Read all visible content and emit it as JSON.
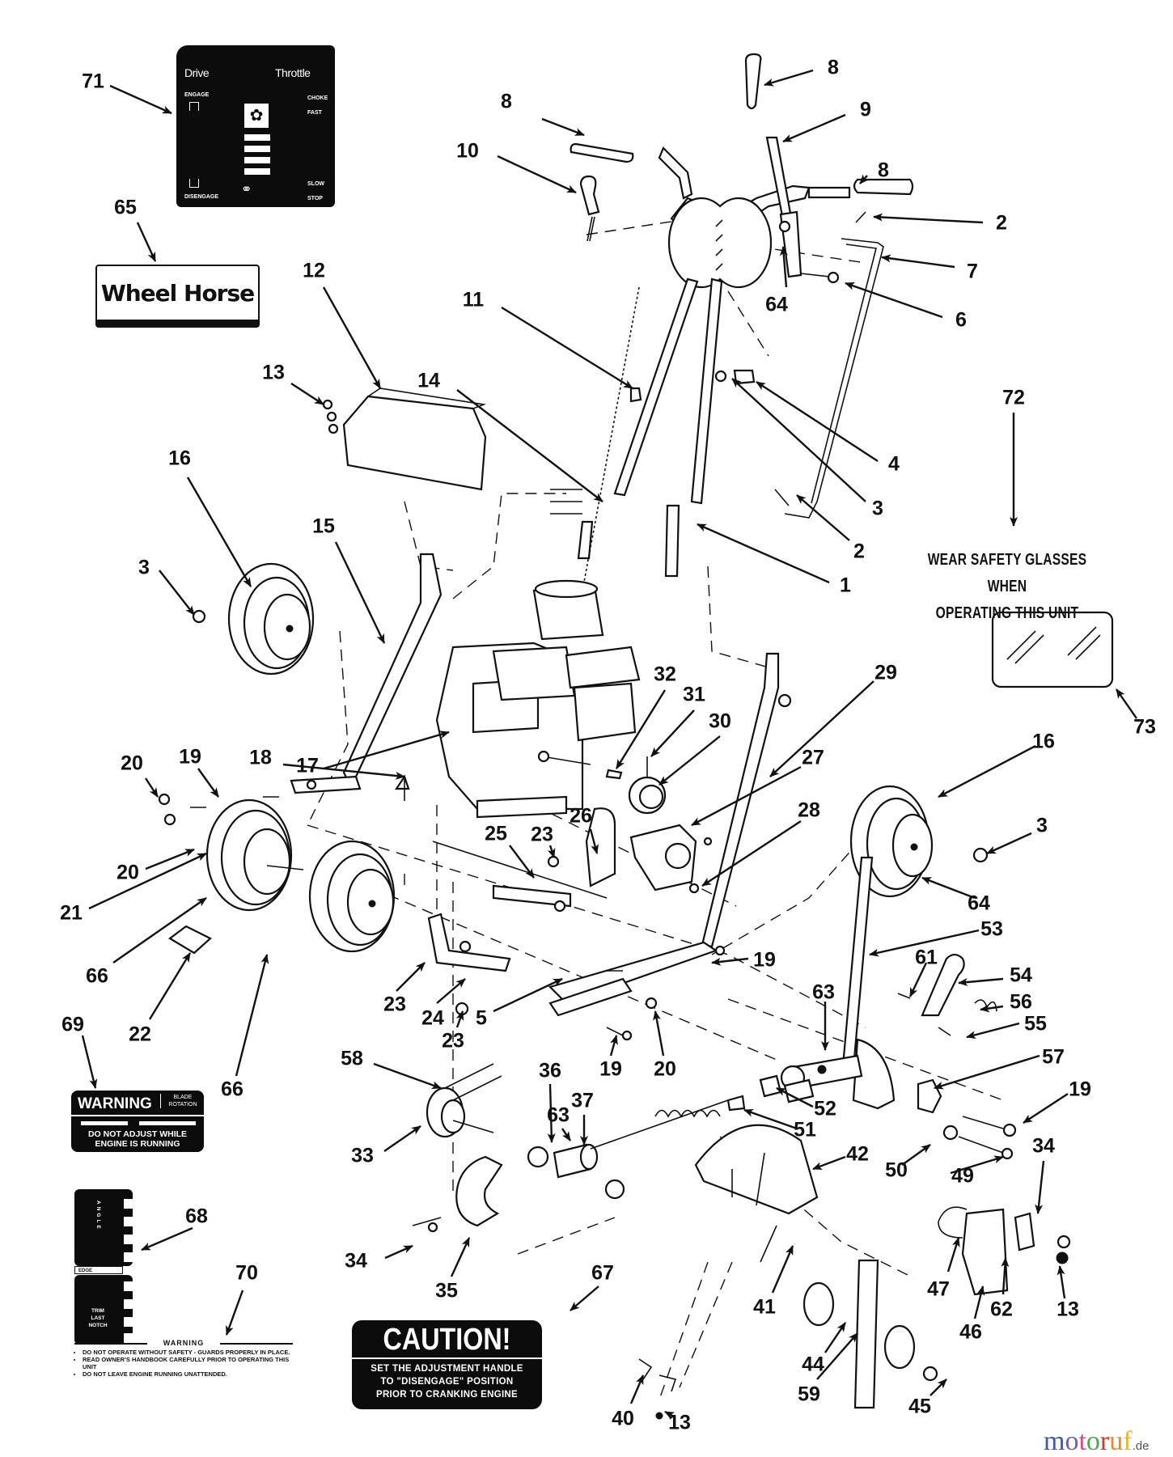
{
  "diagram": {
    "title": "Wheel Horse edger exploded parts diagram",
    "callouts": [
      {
        "id": "c71",
        "label": "71"
      },
      {
        "id": "c8a",
        "label": "8"
      },
      {
        "id": "c8b",
        "label": "8"
      },
      {
        "id": "c8c",
        "label": "8"
      },
      {
        "id": "c9",
        "label": "9"
      },
      {
        "id": "c10",
        "label": "10"
      },
      {
        "id": "c2a",
        "label": "2"
      },
      {
        "id": "c7",
        "label": "7"
      },
      {
        "id": "c64a",
        "label": "64"
      },
      {
        "id": "c6",
        "label": "6"
      },
      {
        "id": "c65",
        "label": "65"
      },
      {
        "id": "c12",
        "label": "12"
      },
      {
        "id": "c11",
        "label": "11"
      },
      {
        "id": "c13a",
        "label": "13"
      },
      {
        "id": "c14",
        "label": "14"
      },
      {
        "id": "c4",
        "label": "4"
      },
      {
        "id": "c3a",
        "label": "3"
      },
      {
        "id": "c72",
        "label": "72"
      },
      {
        "id": "c2b",
        "label": "2"
      },
      {
        "id": "c1",
        "label": "1"
      },
      {
        "id": "c16a",
        "label": "16"
      },
      {
        "id": "c15",
        "label": "15"
      },
      {
        "id": "c3b",
        "label": "3"
      },
      {
        "id": "c29",
        "label": "29"
      },
      {
        "id": "c73",
        "label": "73"
      },
      {
        "id": "c17",
        "label": "17"
      },
      {
        "id": "c32",
        "label": "32"
      },
      {
        "id": "c31",
        "label": "31"
      },
      {
        "id": "c30",
        "label": "30"
      },
      {
        "id": "c16b",
        "label": "16"
      },
      {
        "id": "c27",
        "label": "27"
      },
      {
        "id": "c20a",
        "label": "20"
      },
      {
        "id": "c19a",
        "label": "19"
      },
      {
        "id": "c18",
        "label": "18"
      },
      {
        "id": "c28",
        "label": "28"
      },
      {
        "id": "c3c",
        "label": "3"
      },
      {
        "id": "c26",
        "label": "26"
      },
      {
        "id": "c23a",
        "label": "23"
      },
      {
        "id": "c25",
        "label": "25"
      },
      {
        "id": "c20b",
        "label": "20"
      },
      {
        "id": "c21",
        "label": "21"
      },
      {
        "id": "c64b",
        "label": "64"
      },
      {
        "id": "c53",
        "label": "53"
      },
      {
        "id": "c66a",
        "label": "66"
      },
      {
        "id": "c61",
        "label": "61"
      },
      {
        "id": "c54",
        "label": "54"
      },
      {
        "id": "c19b",
        "label": "19"
      },
      {
        "id": "c23b",
        "label": "23"
      },
      {
        "id": "c24",
        "label": "24"
      },
      {
        "id": "c5",
        "label": "5"
      },
      {
        "id": "c63a",
        "label": "63"
      },
      {
        "id": "c56",
        "label": "56"
      },
      {
        "id": "c55",
        "label": "55"
      },
      {
        "id": "c22",
        "label": "22"
      },
      {
        "id": "c23c",
        "label": "23"
      },
      {
        "id": "c69",
        "label": "69"
      },
      {
        "id": "c19c",
        "label": "19"
      },
      {
        "id": "c20c",
        "label": "20"
      },
      {
        "id": "c57",
        "label": "57"
      },
      {
        "id": "c58",
        "label": "58"
      },
      {
        "id": "c36",
        "label": "36"
      },
      {
        "id": "c37",
        "label": "37"
      },
      {
        "id": "c52",
        "label": "52"
      },
      {
        "id": "c19d",
        "label": "19"
      },
      {
        "id": "c66b",
        "label": "66"
      },
      {
        "id": "c63b",
        "label": "63"
      },
      {
        "id": "c51",
        "label": "51"
      },
      {
        "id": "c33",
        "label": "33"
      },
      {
        "id": "c42",
        "label": "42"
      },
      {
        "id": "c50",
        "label": "50"
      },
      {
        "id": "c49",
        "label": "49"
      },
      {
        "id": "c34a",
        "label": "34"
      },
      {
        "id": "c68",
        "label": "68"
      },
      {
        "id": "c34b",
        "label": "34"
      },
      {
        "id": "c35",
        "label": "35"
      },
      {
        "id": "c47",
        "label": "47"
      },
      {
        "id": "c62",
        "label": "62"
      },
      {
        "id": "c41",
        "label": "41"
      },
      {
        "id": "c13b",
        "label": "13"
      },
      {
        "id": "c70",
        "label": "70"
      },
      {
        "id": "c67",
        "label": "67"
      },
      {
        "id": "c46",
        "label": "46"
      },
      {
        "id": "c44",
        "label": "44"
      },
      {
        "id": "c59",
        "label": "59"
      },
      {
        "id": "c45",
        "label": "45"
      },
      {
        "id": "c40",
        "label": "40"
      },
      {
        "id": "c13c",
        "label": "13"
      }
    ]
  },
  "decals": {
    "d71": {
      "drive": "Drive",
      "throttle": "Throttle",
      "engage": "ENGAGE",
      "disengage": "DISENGAGE",
      "choke": "CHOKE",
      "fast": "FAST",
      "slow": "SLOW",
      "stop": "STOP",
      "rabbit_icon": "rabbit-icon",
      "turtle_icon": "turtle-icon"
    },
    "d65": {
      "brand": "Wheel Horse"
    },
    "d69": {
      "title": "WARNING",
      "sub": "BLADE ROTATION",
      "message_line1": "DO NOT ADJUST WHILE",
      "message_line2": "ENGINE IS RUNNING"
    },
    "d68": {
      "top": "ANGLE",
      "mid": "EDGE",
      "bottom_line1": "TRIM",
      "bottom_line2": "LAST",
      "bottom_line3": "NOTCH"
    },
    "d70": {
      "title": "WARNING",
      "items": [
        "DO NOT OPERATE WITHOUT SAFETY - GUARDS PROPERLY IN PLACE.",
        "READ OWNER'S HANDBOOK CAREFULLY PRIOR TO OPERATING THIS UNIT",
        "DO NOT LEAVE ENGINE RUNNING UNATTENDED."
      ]
    },
    "d67": {
      "title": "CAUTION!",
      "line1": "SET THE ADJUSTMENT HANDLE",
      "line2": "TO \"DISENGAGE\" POSITION",
      "line3": "PRIOR TO CRANKING ENGINE"
    },
    "d72": {
      "line1": "WEAR SAFETY GLASSES WHEN",
      "line2": "OPERATING THIS UNIT"
    }
  },
  "watermark": {
    "letters": [
      {
        "ch": "m",
        "color": "#3b5aa8"
      },
      {
        "ch": "o",
        "color": "#6a5fb0"
      },
      {
        "ch": "t",
        "color": "#d9478a"
      },
      {
        "ch": "o",
        "color": "#4aa84a"
      },
      {
        "ch": "r",
        "color": "#d23a2a"
      },
      {
        "ch": "u",
        "color": "#e8892a"
      },
      {
        "ch": "f",
        "color": "#e5b92a"
      }
    ],
    "tld": ".de"
  }
}
